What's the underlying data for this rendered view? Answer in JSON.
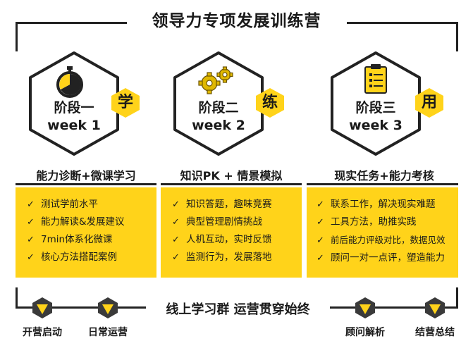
{
  "title": "领导力专项发展训练营",
  "stages": [
    {
      "line1": "阶段一",
      "line2": "week 1",
      "badge": "学",
      "icon": "stopwatch-icon"
    },
    {
      "line1": "阶段二",
      "line2": "week 2",
      "badge": "练",
      "icon": "gears-icon"
    },
    {
      "line1": "阶段三",
      "line2": "week 3",
      "badge": "用",
      "icon": "clipboard-icon"
    }
  ],
  "columns": [
    {
      "heading": "能力诊断+微课学习",
      "items": [
        "测试学前水平",
        "能力解读&发展建议",
        "7min体系化微课",
        "核心方法搭配案例"
      ]
    },
    {
      "heading": "知识PK + 情景模拟",
      "items": [
        "知识答题，趣味竞赛",
        "典型管理剧情挑战",
        "人机互动，实时反馈",
        "监测行为，发展落地"
      ]
    },
    {
      "heading": "现实任务+能力考核",
      "items": [
        "联系工作，解决现实难题",
        "工具方法，助推实践",
        "前后能力评级对比，数据见效",
        "顾问一对一点评，塑造能力"
      ]
    }
  ],
  "timeline": {
    "text": "线上学习群  运营贯穿始终",
    "milestones": [
      "开营启动",
      "日常运营",
      "顾问解析",
      "结营总结"
    ]
  },
  "check_glyph": "✓",
  "colors": {
    "accent": "#ffd31a",
    "dark": "#222222",
    "milestone_dark": "#3a3a3a"
  }
}
